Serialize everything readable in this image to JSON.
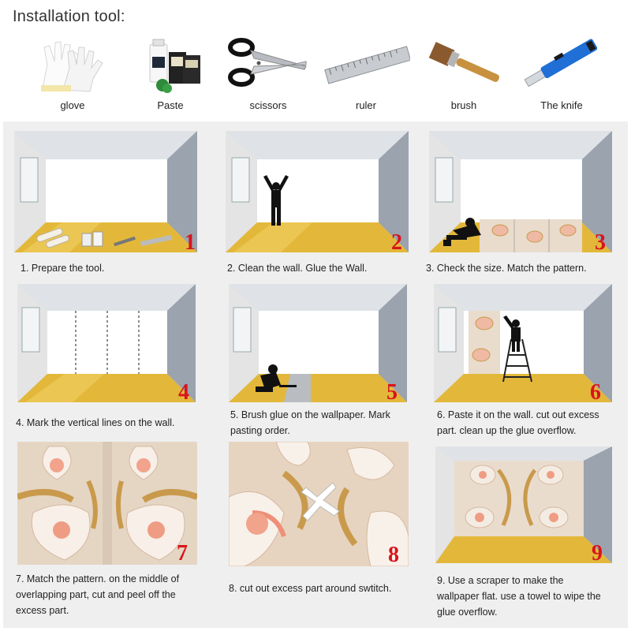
{
  "title": "Installation tool:",
  "tools": [
    {
      "label": "glove",
      "icon": "glove-icon"
    },
    {
      "label": "Paste",
      "icon": "paste-icon"
    },
    {
      "label": "scissors",
      "icon": "scissors-icon"
    },
    {
      "label": "ruler",
      "icon": "ruler-icon"
    },
    {
      "label": "brush",
      "icon": "brush-icon"
    },
    {
      "label": "The knife",
      "icon": "knife-icon"
    }
  ],
  "steps": [
    {
      "number": "1",
      "caption": [
        "1. Prepare the tool."
      ]
    },
    {
      "number": "2",
      "caption": [
        "2. Clean the wall. Glue the Wall."
      ]
    },
    {
      "number": "3",
      "caption": [
        "3. Check the size. Match the pattern."
      ]
    },
    {
      "number": "4",
      "caption": [
        "4. Mark the vertical lines on the wall."
      ]
    },
    {
      "number": "5",
      "caption": [
        "5. Brush glue on the wallpaper. Mark",
        "pasting order."
      ]
    },
    {
      "number": "6",
      "caption": [
        "6. Paste it on the wall. cut out excess",
        "part. clean up the glue overflow."
      ]
    },
    {
      "number": "7",
      "caption": [
        "7. Match the pattern. on the middle of",
        "overlapping part, cut and peel off the",
        "excess part."
      ]
    },
    {
      "number": "8",
      "caption": [
        "8. cut out excess part around swtitch."
      ]
    },
    {
      "number": "9",
      "caption": [
        "9. Use a scraper to make the",
        "wallpaper flat. use a towel to wipe the",
        "glue overflow."
      ]
    }
  ],
  "colors": {
    "step_number": "#d8141c",
    "floor": "#e3b83a",
    "wall": "#ffffff",
    "side_wall": "#9aa3ae",
    "petal": "#f3e6dc",
    "gold": "#c99a4c"
  }
}
